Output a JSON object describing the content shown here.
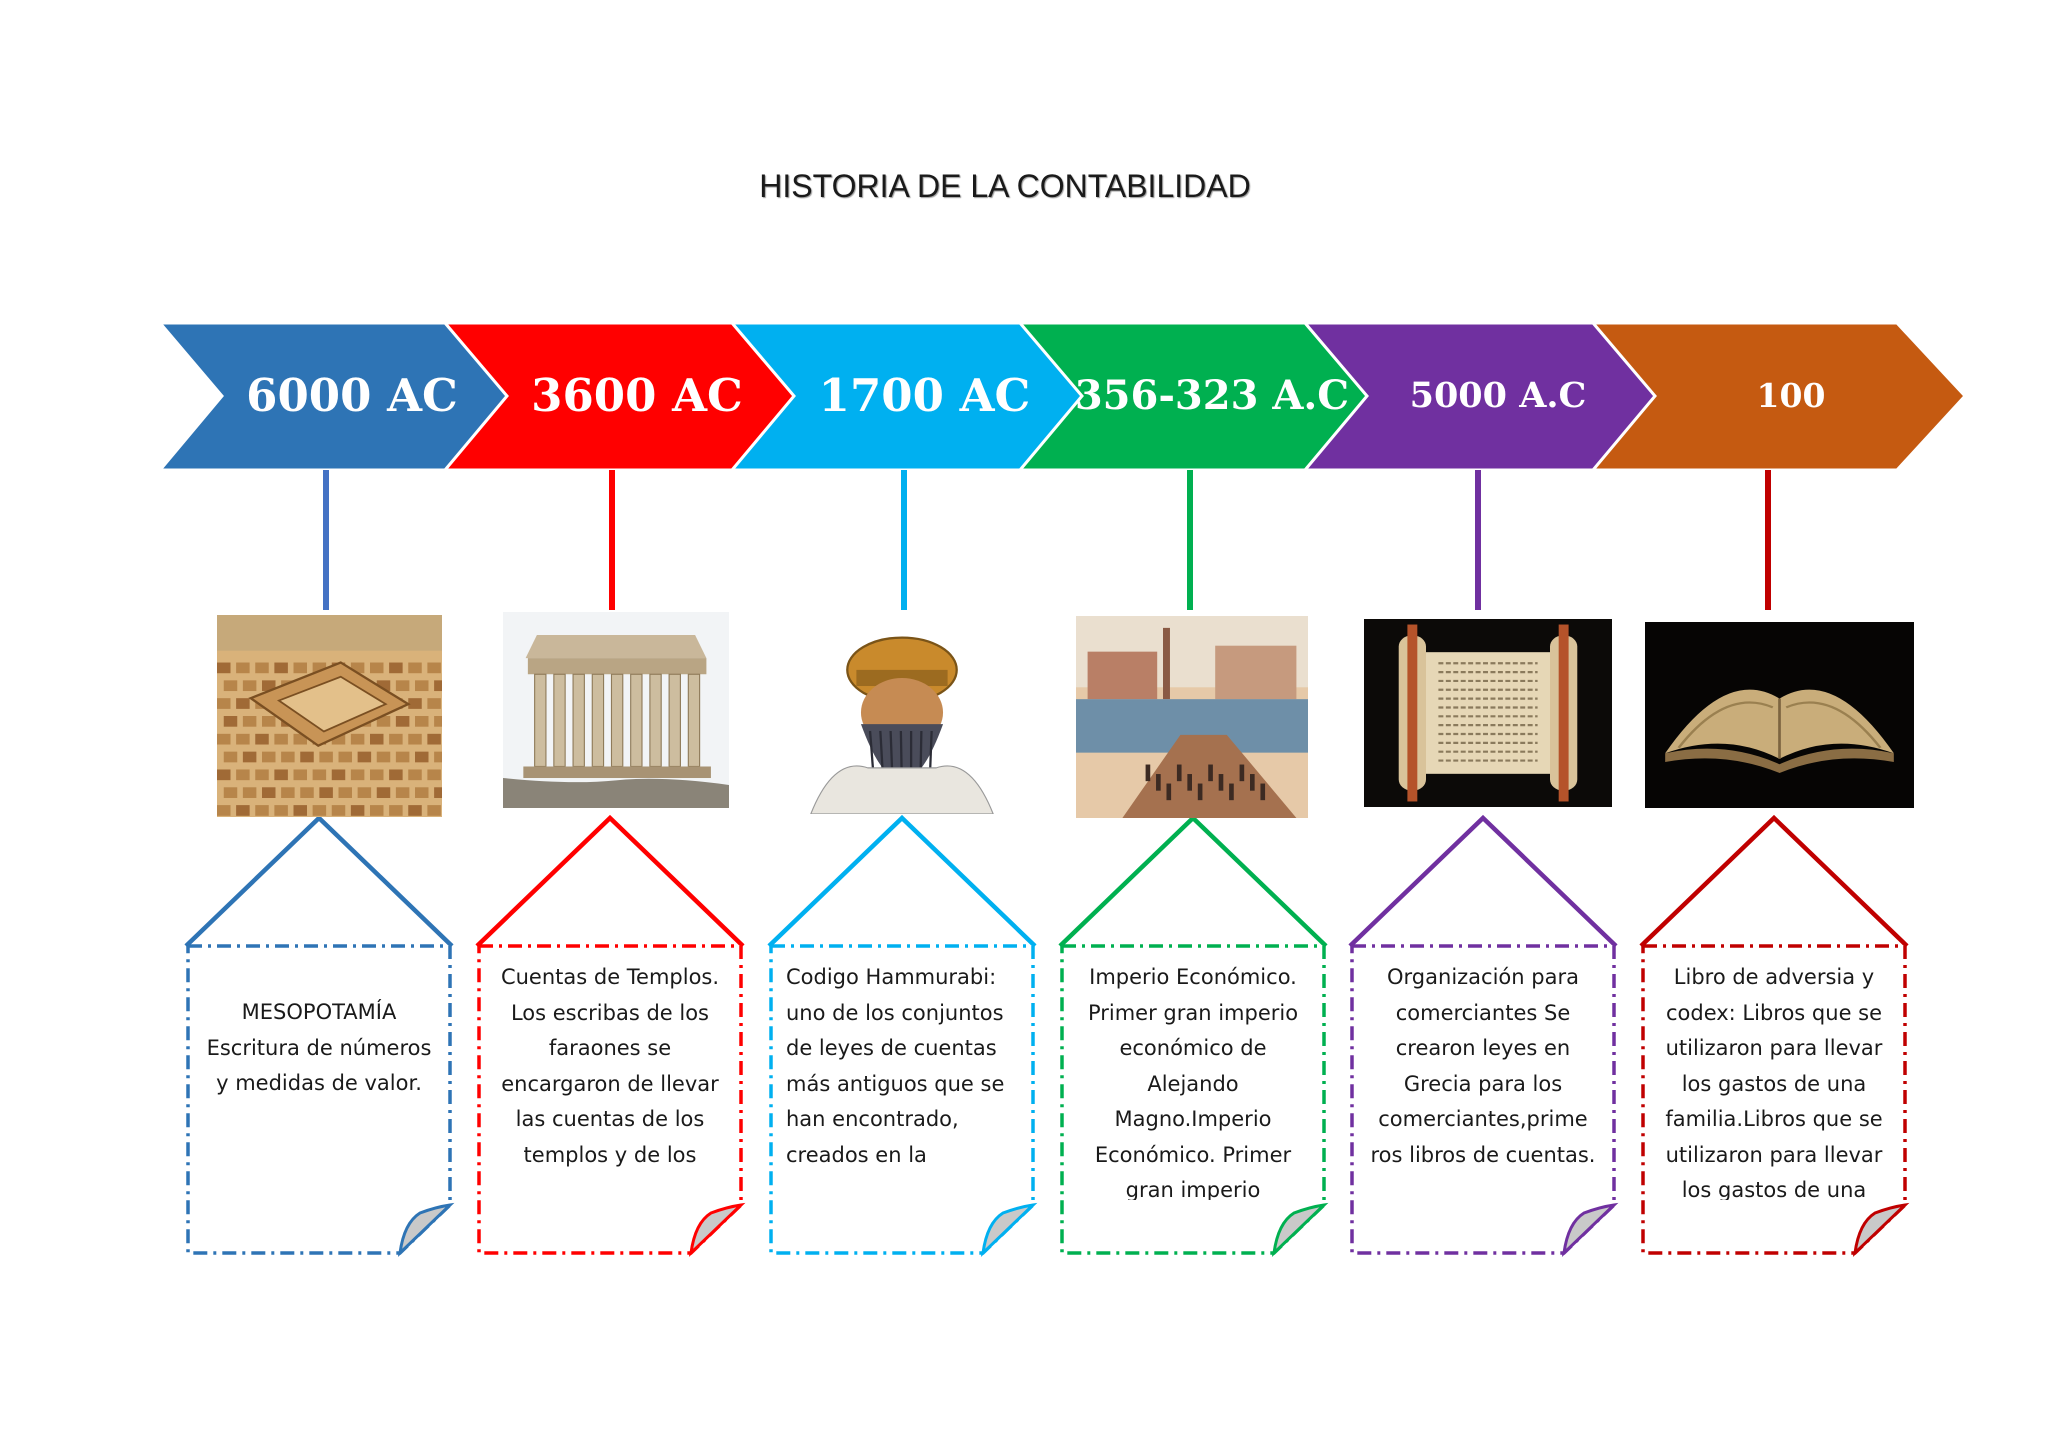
{
  "title": "HISTORIA DE LA CONTABILIDAD",
  "timeline": [
    {
      "date": "6000 AC",
      "color": "#2E74B5",
      "image": "mesopotamian-city-picture",
      "text": "MESOPOTAMÍA Escritura de números y medidas de valor.",
      "align": "center"
    },
    {
      "date": "3600 AC",
      "color": "#FF0000",
      "image": "parthenon-temple-picture",
      "text": "Cuentas de Templos. Los escribas de los faraones se encargaron de llevar las cuentas de los templos y de los",
      "align": "center"
    },
    {
      "date": "1700 AC",
      "color": "#00B0F0",
      "image": "hammurabi-portrait-picture",
      "text": "Codigo Hammurabi: uno de los conjuntos de leyes de cuentas más antiguos que se han encontrado, creados en la",
      "align": "left"
    },
    {
      "date": "356-323 A.C",
      "color": "#00B050",
      "image": "ancient-port-city-picture",
      "text": "Imperio Económico. Primer gran imperio económico de Alejando Magno.Imperio Económico. Primer gran imperio",
      "align": "center"
    },
    {
      "date": "5000 A.C",
      "color": "#7030A0",
      "image": "torah-scroll-picture",
      "text": "Organización para comerciantes Se crearon leyes en Grecia para los comerciantes,prime ros libros de cuentas.",
      "align": "center"
    },
    {
      "date": "100",
      "color": "#C55A11",
      "image": "ancient-codex-book-picture",
      "text": "Libro de adversia y codex: Libros que se utilizaron para llevar los gastos de una familia.Libros que se utilizaron para llevar los gastos de una",
      "align": "center"
    }
  ],
  "box_colors": [
    "#2E74B5",
    "#FF0000",
    "#00B0F0",
    "#00B050",
    "#7030A0",
    "#C00000"
  ],
  "stem_colors": [
    "#4472C4",
    "#FF0000",
    "#00B0F0",
    "#00B050",
    "#7030A0",
    "#C00000"
  ]
}
